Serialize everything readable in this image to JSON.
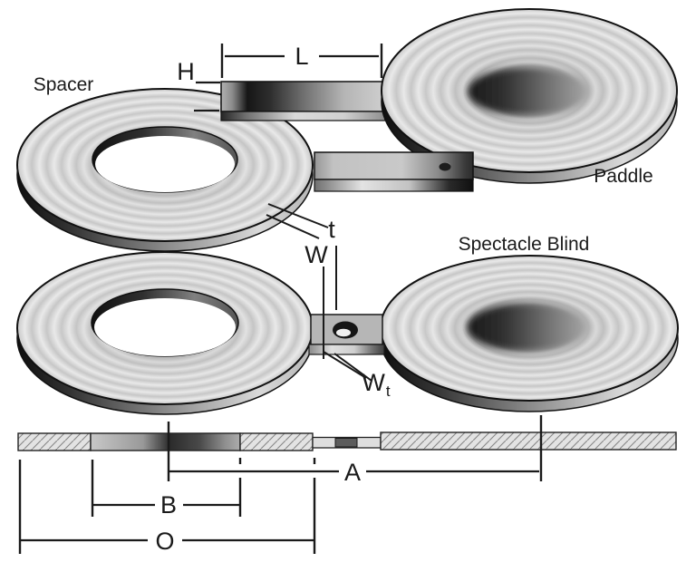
{
  "labels": {
    "spacer": "Spacer",
    "paddle": "Paddle",
    "spectacle_blind": "Spectacle Blind"
  },
  "dims": {
    "L": "L",
    "H": "H",
    "t": "t",
    "W": "W",
    "Wt": {
      "main": "W",
      "sub": "t"
    },
    "A": "A",
    "B": "B",
    "O": "O"
  },
  "colors": {
    "line": "#1a1a1a",
    "face": "#cccccc",
    "shadow": "#222222",
    "background": "#ffffff"
  }
}
